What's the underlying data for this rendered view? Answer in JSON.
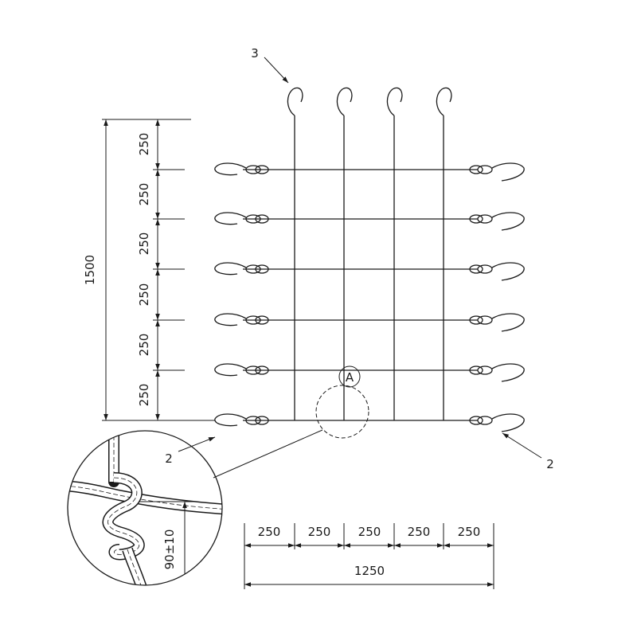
{
  "labels": {
    "part_hook": "3",
    "part_rope_left": "2",
    "part_rope_right": "2",
    "detail_marker": "A",
    "knot_length": "90±10"
  },
  "dimensions": {
    "vertical_total": "1500",
    "vertical_segments": [
      "250",
      "250",
      "250",
      "250",
      "250",
      "250"
    ],
    "horizontal_total": "1250",
    "horizontal_segments": [
      "250",
      "250",
      "250",
      "250",
      "250"
    ]
  }
}
